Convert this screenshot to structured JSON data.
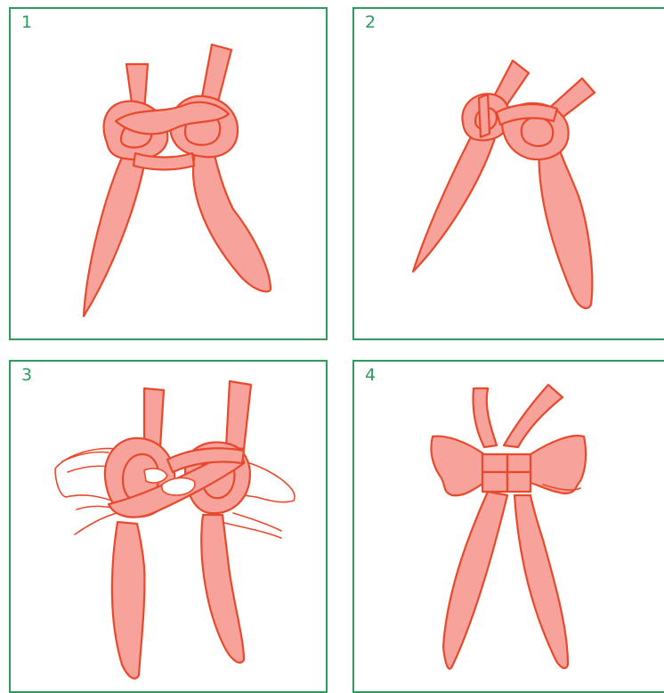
{
  "steps": [
    {
      "number": "1",
      "illustration": "ribbon-loops-crossed"
    },
    {
      "number": "2",
      "illustration": "ribbon-knot-tightened"
    },
    {
      "number": "3",
      "illustration": "hands-pulling-loops"
    },
    {
      "number": "4",
      "illustration": "finished-bow"
    }
  ],
  "colors": {
    "frame": "#2e9a5c",
    "ribbon_fill": "#f7a29b",
    "ribbon_outline": "#e8492c"
  }
}
